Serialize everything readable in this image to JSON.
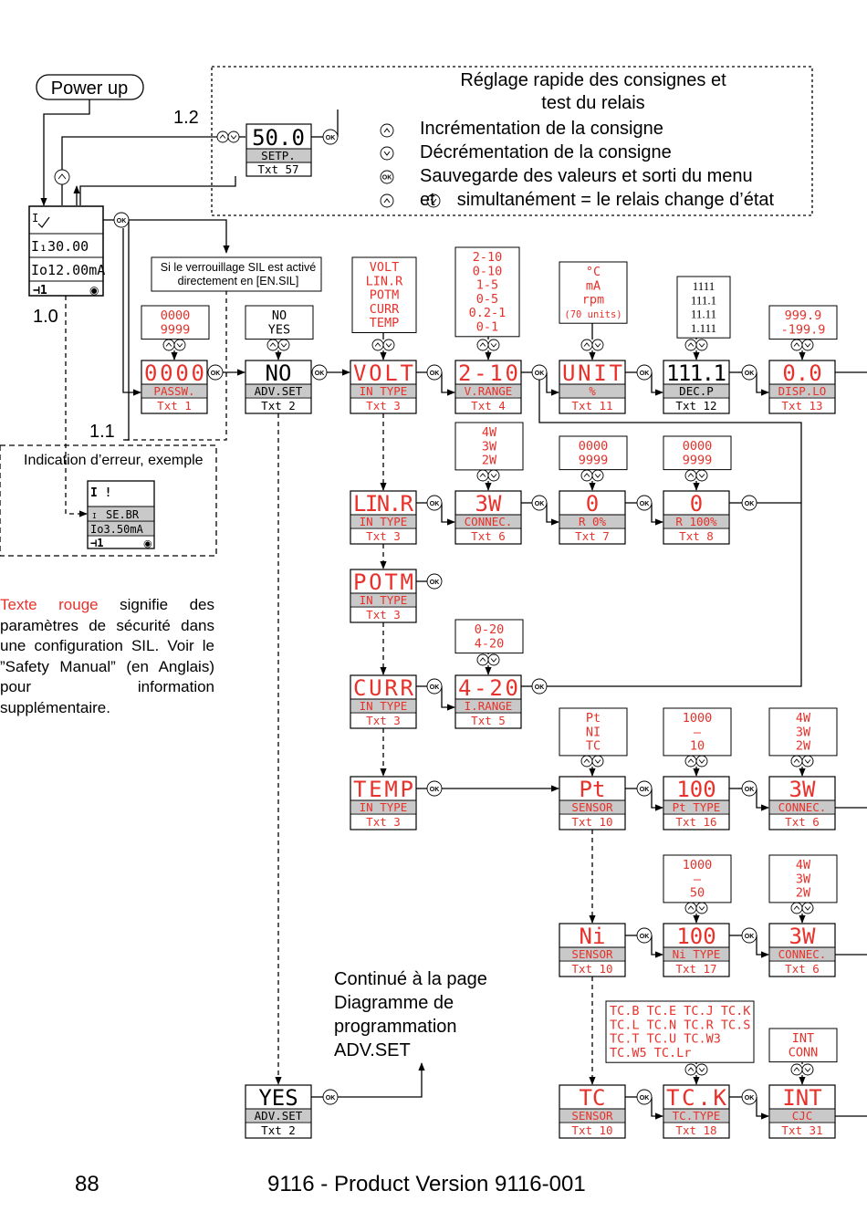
{
  "start": {
    "power_up": "Power up"
  },
  "labels": {
    "l12": "1.2",
    "l10": "1.0",
    "l11": "1.1"
  },
  "quick": {
    "title_line1": "Réglage rapide des consignes et",
    "title_line2": "test du relais",
    "items": [
      {
        "icon": "up-arrow-icon",
        "text": "Incrémentation de la consigne"
      },
      {
        "icon": "down-arrow-icon",
        "text": "Décrémentation de la consigne"
      },
      {
        "icon": "ok-icon",
        "text": "Sauvegarde des valeurs et sorti du menu"
      },
      {
        "icon": "up-down-icon",
        "text_a": "et",
        "text_b": "simultanément = le relais change d’état"
      }
    ]
  },
  "ok": "OK",
  "setpoint": {
    "value": "50.0",
    "label": "SETP.",
    "txt": "Txt 57"
  },
  "display": {
    "row1": "I",
    "row2": "I₁30.00",
    "row3": "Io12.00mA",
    "row4_left": "⊣1",
    "row4_right": "◉"
  },
  "sil_note": "Si le verrouillage SIL est activé directement en [EN.SIL]",
  "error": {
    "title": "Indication d’erreur, exemple",
    "row1": "I !",
    "row2": "SE.BR",
    "row3": "Io3.50mA"
  },
  "note": {
    "red": "Texte rouge",
    "rest": "signifie des paramètres de sécurité dans une configuration SIL. Voir le ”Safety Manual” (en Anglais) pour information supplémentaire."
  },
  "continued": {
    "line1": "Continué à la page",
    "line2": "Diagramme de",
    "line3": "programmation",
    "line4": "ADV.SET"
  },
  "footer": {
    "page": "88",
    "product": "9116 - Product Version 9116-001"
  },
  "boxes": [
    {
      "id": "passw",
      "value": "0000",
      "label": "PASSW.",
      "txt": "Txt 1",
      "red": true,
      "options": [
        "0000",
        "9999"
      ]
    },
    {
      "id": "advset",
      "value": "NO",
      "label": "ADV.SET",
      "txt": "Txt 2",
      "red": false,
      "options": [
        "NO",
        "YES"
      ]
    },
    {
      "id": "intype_volt",
      "value": "VOLT",
      "label": "IN TYPE",
      "txt": "Txt 3",
      "red": true,
      "options": [
        "VOLT",
        "LIN.R",
        "POTM",
        "CURR",
        "TEMP"
      ]
    },
    {
      "id": "vrange",
      "value": "2-10",
      "label": "V.RANGE",
      "txt": "Txt 4",
      "red": true,
      "options": [
        "2-10",
        "0-10",
        "1-5",
        "0-5",
        "0.2-1",
        "0-1"
      ]
    },
    {
      "id": "unit",
      "value": "UNIT",
      "label": "%",
      "txt": "Txt 11",
      "red": true,
      "options": [
        "°C",
        "mA",
        "rpm",
        "(70 units)"
      ]
    },
    {
      "id": "decp",
      "value": "111.1",
      "label": "DEC.P",
      "txt": "Txt 12",
      "red": false,
      "options": [
        "1111",
        "111.1",
        "11.11",
        "1.111"
      ]
    },
    {
      "id": "displo",
      "value": "0.0",
      "label": "DISP.LO",
      "txt": "Txt 13",
      "red": true,
      "options": [
        "999.9",
        "-199.9"
      ]
    },
    {
      "id": "intype_linr",
      "value": "LIN.R",
      "label": "IN TYPE",
      "txt": "Txt 3",
      "red": true
    },
    {
      "id": "connec_linr",
      "value": "3W",
      "label": "CONNEC.",
      "txt": "Txt 6",
      "red": true,
      "options": [
        "4W",
        "3W",
        "2W"
      ]
    },
    {
      "id": "r0",
      "value": "0",
      "label": "R 0%",
      "txt": "Txt 7",
      "red": true,
      "options": [
        "0000",
        "9999"
      ]
    },
    {
      "id": "r100",
      "value": "0",
      "label": "R 100%",
      "txt": "Txt 8",
      "red": true,
      "options": [
        "0000",
        "9999"
      ]
    },
    {
      "id": "intype_potm",
      "value": "POTM",
      "label": "IN TYPE",
      "txt": "Txt 3",
      "red": true
    },
    {
      "id": "intype_curr",
      "value": "CURR",
      "label": "IN TYPE",
      "txt": "Txt 3",
      "red": true
    },
    {
      "id": "irange",
      "value": "4-20",
      "label": "I.RANGE",
      "txt": "Txt 5",
      "red": true,
      "options": [
        "0-20",
        "4-20"
      ]
    },
    {
      "id": "intype_temp",
      "value": "TEMP",
      "label": "IN TYPE",
      "txt": "Txt 3",
      "red": true
    },
    {
      "id": "sensor_pt",
      "value": "Pt",
      "label": "SENSOR",
      "txt": "Txt 10",
      "red": true,
      "options": [
        "Pt",
        "NI",
        "TC"
      ]
    },
    {
      "id": "pttype",
      "value": "100",
      "label": "Pt TYPE",
      "txt": "Txt 16",
      "red": true,
      "options": [
        "1000",
        "–",
        "10"
      ]
    },
    {
      "id": "connec_pt",
      "value": "3W",
      "label": "CONNEC.",
      "txt": "Txt 6",
      "red": true,
      "options": [
        "4W",
        "3W",
        "2W"
      ]
    },
    {
      "id": "sensor_ni",
      "value": "Ni",
      "label": "SENSOR",
      "txt": "Txt 10",
      "red": true
    },
    {
      "id": "nitype",
      "value": "100",
      "label": "Ni TYPE",
      "txt": "Txt 17",
      "red": true,
      "options": [
        "1000",
        "–",
        "50"
      ]
    },
    {
      "id": "connec_ni",
      "value": "3W",
      "label": "CONNEC.",
      "txt": "Txt 6",
      "red": true,
      "options": [
        "4W",
        "3W",
        "2W"
      ]
    },
    {
      "id": "sensor_tc",
      "value": "TC",
      "label": "SENSOR",
      "txt": "Txt 10",
      "red": true
    },
    {
      "id": "tctype",
      "value": "TC.K",
      "label": "TC.TYPE",
      "txt": "Txt 18",
      "red": true,
      "options": [
        "TC.B TC.E TC.J TC.K",
        "TC.L TC.N TC.R TC.S",
        "TC.T TC.U TC.W3",
        "TC.W5 TC.Lr"
      ]
    },
    {
      "id": "cjc",
      "value": "INT",
      "label": "CJC",
      "txt": "Txt 31",
      "red": true,
      "options": [
        "INT",
        "CONN"
      ]
    },
    {
      "id": "advset_yes",
      "value": "YES",
      "label": "ADV.SET",
      "txt": "Txt 2",
      "red": false
    }
  ]
}
